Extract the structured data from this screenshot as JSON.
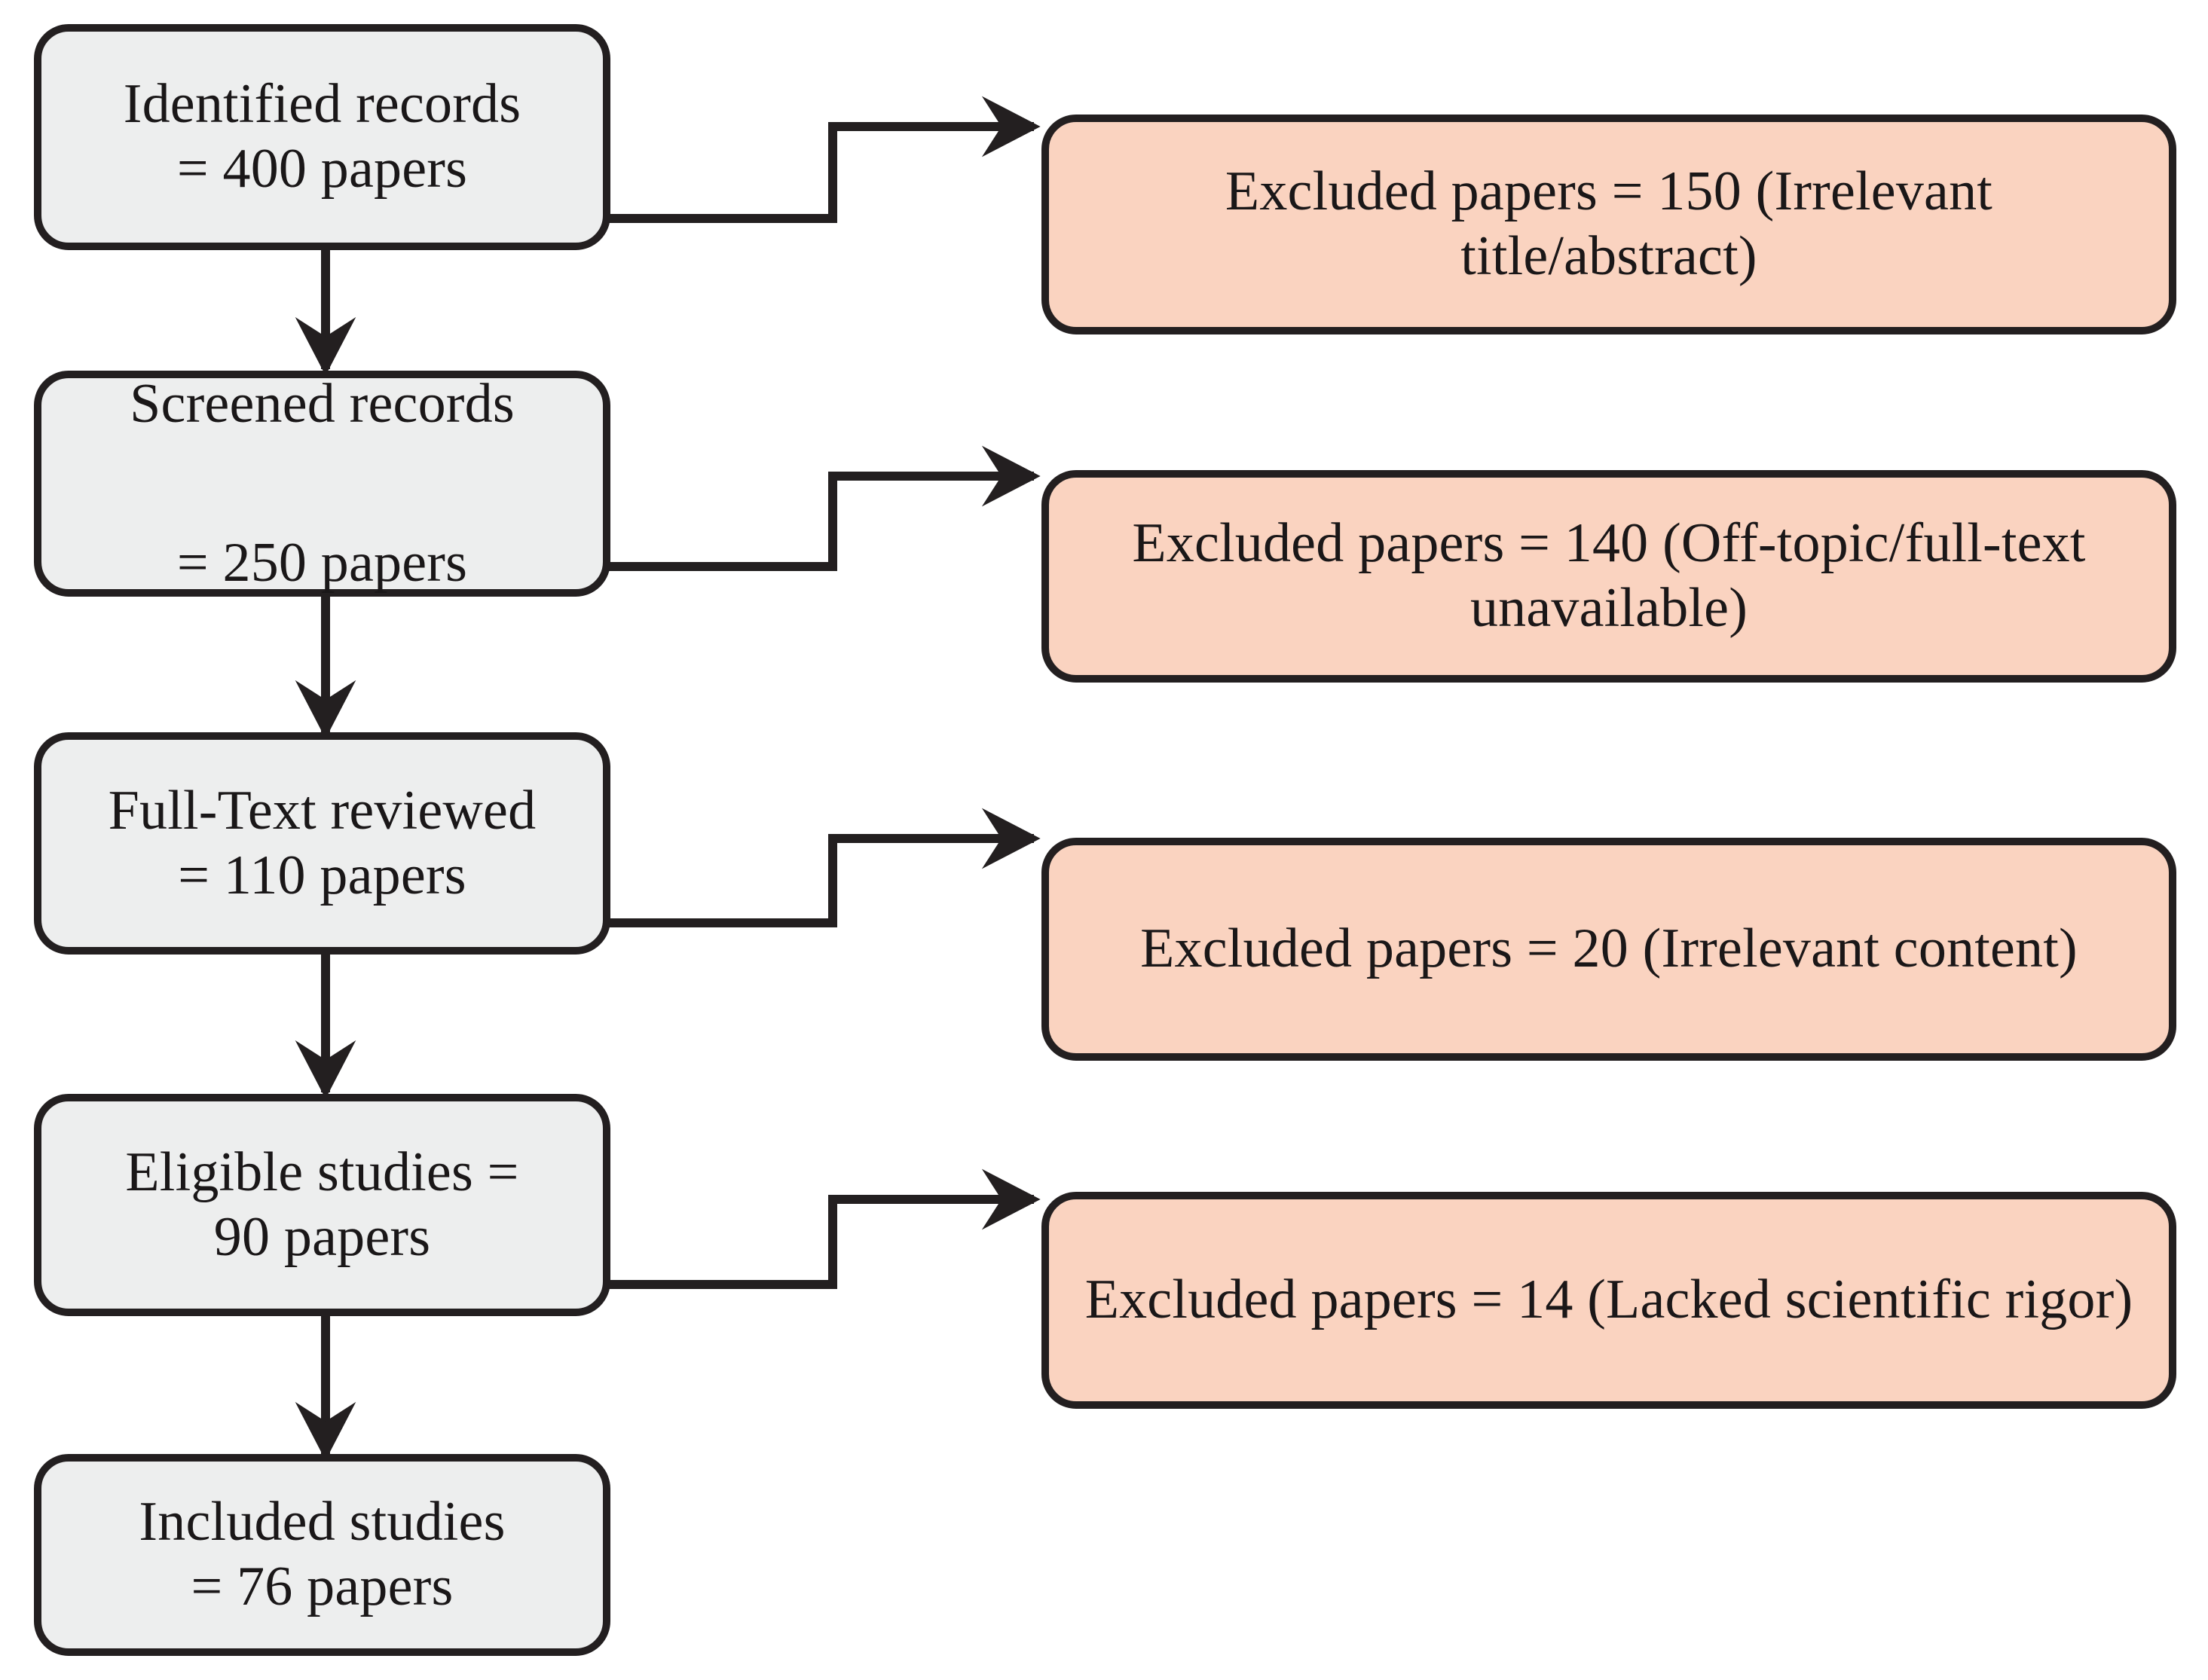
{
  "diagram": {
    "type": "flowchart",
    "title": "PRISMA study selection flow",
    "orientation": "vertical-with-side-exclusions",
    "colors": {
      "stage_fill": "#edeeee",
      "excluded_fill": "#fad3c0",
      "stroke": "#231f20",
      "text": "#1a1718",
      "background": "#ffffff"
    },
    "stages": [
      {
        "id": "identified",
        "label": "Identified records\n= 400 papers",
        "count": 400,
        "unit": "papers"
      },
      {
        "id": "screened",
        "label": "Screened records\n\n= 250 papers",
        "count": 250,
        "unit": "papers"
      },
      {
        "id": "full-text",
        "label": "Full-Text reviewed\n= 110 papers",
        "count": 110,
        "unit": "papers"
      },
      {
        "id": "eligible",
        "label": "Eligible studies =\n90 papers",
        "count": 90,
        "unit": "papers"
      },
      {
        "id": "included",
        "label": "Included studies\n= 76 papers",
        "count": 76,
        "unit": "papers"
      }
    ],
    "exclusions": [
      {
        "id": "excluded-1",
        "label": "Excluded papers = 150 (Irrelevant title/abstract)",
        "count": 150,
        "reason": "Irrelevant title/abstract",
        "from": "identified"
      },
      {
        "id": "excluded-2",
        "label": "Excluded papers =  140 (Off-topic/full-text unavailable)",
        "count": 140,
        "reason": "Off-topic/full-text unavailable",
        "from": "screened"
      },
      {
        "id": "excluded-3",
        "label": "Excluded papers = 20 (Irrelevant content)",
        "count": 20,
        "reason": "Irrelevant content",
        "from": "full-text"
      },
      {
        "id": "excluded-4",
        "label": "Excluded papers = 14 (Lacked scientific rigor)",
        "count": 14,
        "reason": "Lacked scientific rigor",
        "from": "eligible"
      }
    ],
    "connectors": [
      {
        "id": "flow-identified-to-screened",
        "kind": "arrow-down"
      },
      {
        "id": "flow-screened-to-full-text",
        "kind": "arrow-down"
      },
      {
        "id": "flow-full-text-to-eligible",
        "kind": "arrow-down"
      },
      {
        "id": "flow-eligible-to-included",
        "kind": "arrow-down"
      },
      {
        "id": "branch-to-excluded-1",
        "kind": "elbow-arrow-right"
      },
      {
        "id": "branch-to-excluded-2",
        "kind": "elbow-arrow-right"
      },
      {
        "id": "branch-to-excluded-3",
        "kind": "elbow-arrow-right"
      },
      {
        "id": "branch-to-excluded-4",
        "kind": "elbow-arrow-right"
      }
    ]
  }
}
